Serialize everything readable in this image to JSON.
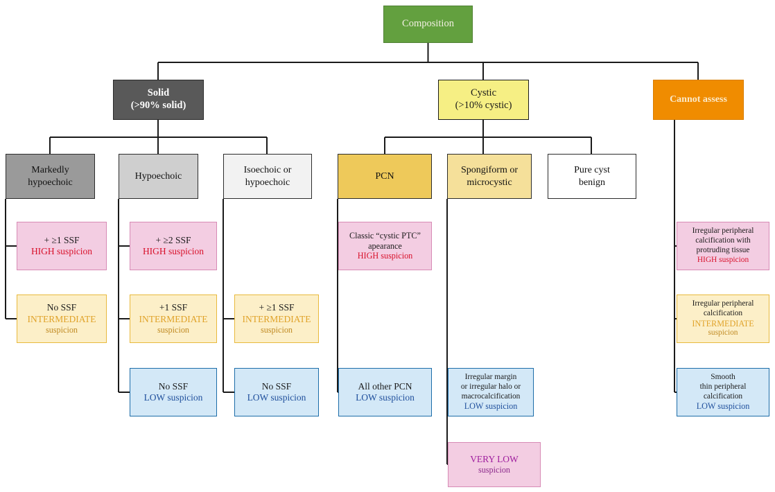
{
  "diagram": {
    "title": "Thyroid nodule composition risk stratification flowchart",
    "colors": {
      "root": "#63a03f",
      "solid": "#595959",
      "cystic": "#f6ef84",
      "cannot_assess": "#f08c00",
      "high": "#f3cde2",
      "high_text": "#d8102a",
      "intermediate": "#fcefc8",
      "intermediate_text": "#e0a32a",
      "low": "#d3e8f7",
      "low_text": "#1f4f9c",
      "very_low": "#f3cde2",
      "very_low_text": "#a0209f"
    },
    "nodes": {
      "root": {
        "line1": "Composition"
      },
      "solid": {
        "line1": "Solid",
        "line2": "(>90% solid)"
      },
      "cystic": {
        "line1": "Cystic",
        "line2": "(>10% cystic)"
      },
      "cannot_assess": {
        "line1": "Cannot assess"
      },
      "markedly_hypoechoic": {
        "line1": "Markedly",
        "line2": "hypoechoic"
      },
      "hypoechoic": {
        "line1": "Hypoechoic"
      },
      "isoechoic": {
        "line1": "Isoechoic or",
        "line2": "hypoechoic"
      },
      "pcn": {
        "line1": "PCN"
      },
      "spongiform": {
        "line1": "Spongiform or",
        "line2": "microcystic"
      },
      "pure_cyst": {
        "line1": "Pure cyst",
        "line2": "benign"
      },
      "mh_high": {
        "line1": "+ ≥1 SSF",
        "line2": "HIGH suspicion"
      },
      "mh_int": {
        "line1": "No SSF",
        "line2": "INTERMEDIATE",
        "line3": "suspicion"
      },
      "hypo_high": {
        "line1": "+ ≥2 SSF",
        "line2": "HIGH suspicion"
      },
      "hypo_int": {
        "line1": "+1 SSF",
        "line2": "INTERMEDIATE",
        "line3": "suspicion"
      },
      "hypo_low": {
        "line1": "No SSF",
        "line2": "LOW suspicion"
      },
      "iso_int": {
        "line1": "+ ≥1 SSF",
        "line2": "INTERMEDIATE",
        "line3": "suspicion"
      },
      "iso_low": {
        "line1": "No SSF",
        "line2": "LOW suspicion"
      },
      "pcn_high": {
        "line1": "Classic “cystic PTC”",
        "line2": "apearance",
        "line3": "HIGH suspicion"
      },
      "pcn_low": {
        "line1": "All other PCN",
        "line2": "LOW suspicion"
      },
      "spong_low": {
        "line1": "Irregular margin",
        "line2": "or irregular halo or",
        "line3": "macrocalcification",
        "line4": "LOW suspicion"
      },
      "spong_vlow": {
        "line1": "VERY LOW",
        "line2": "suspicion"
      },
      "ca_high": {
        "line1": "Irregular peripheral",
        "line2": "calcification with",
        "line3": "protruding tissue",
        "line4": "HIGH suspicion"
      },
      "ca_int": {
        "line1": "Irregular peripheral",
        "line2": "calcification",
        "line3": "INTERMEDIATE",
        "line4": "suspicion"
      },
      "ca_low": {
        "line1": "Smooth",
        "line2": "thin peripheral",
        "line3": "calcification",
        "line4": "LOW suspicion"
      }
    }
  }
}
